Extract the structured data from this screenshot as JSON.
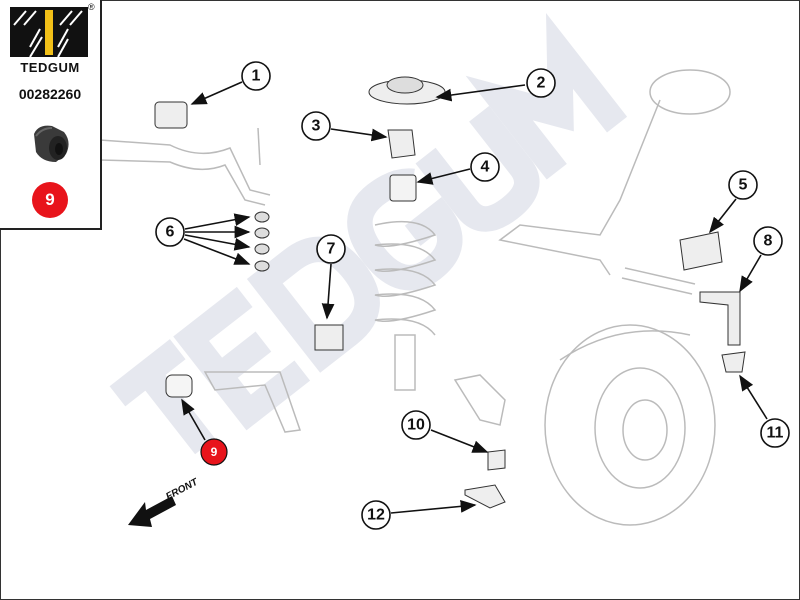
{
  "brand": {
    "name": "TEDGUM",
    "registered": "®",
    "part_number": "00282260",
    "highlight_number": "9"
  },
  "colors": {
    "highlight": "#e8141b",
    "logo_yellow": "#f2c018",
    "watermark": "#e6e8ef"
  },
  "watermark": "TEDGUM",
  "direction_label": "FRONT",
  "callouts": [
    "1",
    "2",
    "3",
    "4",
    "5",
    "6",
    "7",
    "8",
    "9",
    "10",
    "11",
    "12"
  ]
}
